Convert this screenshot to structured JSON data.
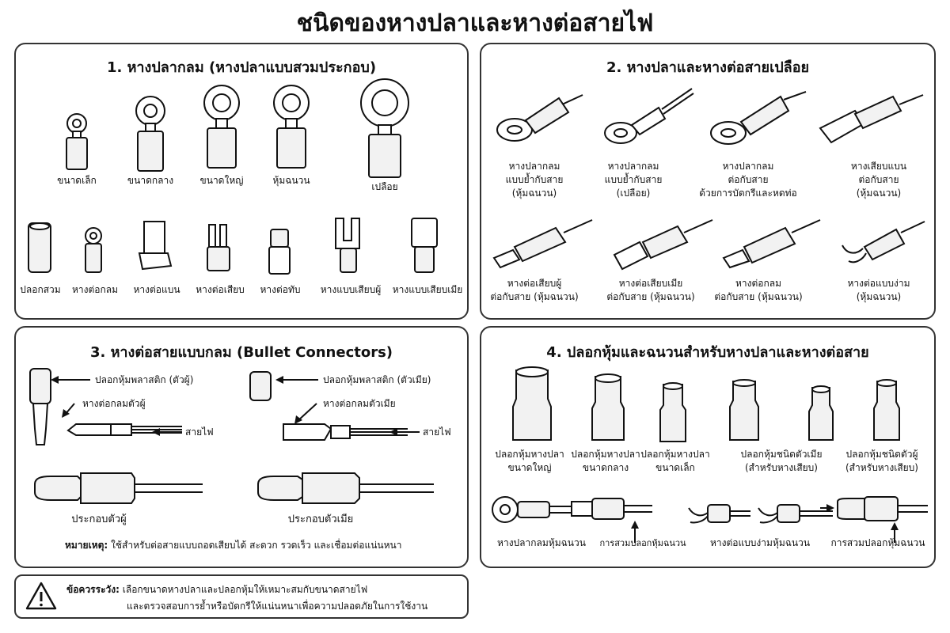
{
  "title": "ชนิดของหางปลาและหางต่อสายไฟ",
  "s1": {
    "title": "1. หางปลากลม (หางปลาแบบสวมประกอบ)",
    "top": [
      "ขนาดเล็ก",
      "ขนาดกลาง",
      "ขนาดใหญ่",
      "หุ้มฉนวน",
      "เปลือย"
    ],
    "bottom": [
      "ปลอกสวม",
      "หางต่อกลม",
      "หางต่อแบน",
      "หางต่อเสียบ",
      "หางต่อทับ",
      "หางแบบเสียบผู้",
      "หางแบบเสียบเมีย"
    ]
  },
  "s2": {
    "title": "2. หางปลาและหางต่อสายเปลือย",
    "row1": [
      [
        "หางปลากลม",
        "แบบย้ำกับสาย",
        "(หุ้มฉนวน)"
      ],
      [
        "หางปลากลม",
        "แบบย้ำกับสาย",
        "(เปลือย)"
      ],
      [
        "หางปลากลม",
        "ต่อกับสาย",
        "ด้วยการบัดกรีและหดท่อ"
      ],
      [
        "หางเสียบแบน",
        "ต่อกับสาย",
        "(หุ้มฉนวน)"
      ]
    ],
    "row2": [
      [
        "หางต่อเสียบผู้",
        "ต่อกับสาย (หุ้มฉนวน)"
      ],
      [
        "หางต่อเสียบเมีย",
        "ต่อกับสาย (หุ้มฉนวน)"
      ],
      [
        "หางต่อกลม",
        "ต่อกับสาย (หุ้มฉนวน)"
      ],
      [
        "หางต่อแบบง่าม",
        "(หุ้มฉนวน)"
      ]
    ]
  },
  "s3": {
    "title": "3. หางต่อสายแบบกลม (Bullet Connectors)",
    "male_cover": "ปลอกหุ้มพลาสติก (ตัวผู้)",
    "male_pin": "หางต่อกลมตัวผู้",
    "wire1": "สายไฟ",
    "female_cover": "ปลอกหุ้มพลาสติก (ตัวเมีย)",
    "female_pin": "หางต่อกลมตัวเมีย",
    "wire2": "สายไฟ",
    "male_asm": "ประกอบตัวผู้",
    "female_asm": "ประกอบตัวเมีย",
    "note_label": "หมายเหตุ:",
    "note": "ใช้สำหรับต่อสายแบบถอดเสียบได้ สะดวก รวดเร็ว และเชื่อมต่อแน่นหนา"
  },
  "s4": {
    "title": "4. ปลอกหุ้มและฉนวนสำหรับหางปลาและหางต่อสาย",
    "sleeves": [
      [
        "ปลอกหุ้มหางปลา",
        "ขนาดใหญ่"
      ],
      [
        "ปลอกหุ้มหางปลา",
        "ขนาดกลาง"
      ],
      [
        "ปลอกหุ้มหางปลา",
        "ขนาดเล็ก"
      ],
      [
        "ปลอกหุ้มชนิดตัวเมีย",
        "(สำหรับหางเสียบ)"
      ],
      [
        "ปลอกหุ้มชนิดตัวผู้",
        "(สำหรับหางเสียบ)"
      ]
    ],
    "bottom": [
      "หางปลากลมหุ้มฉนวน",
      "การสวมปลอกหุ้มฉนวน",
      "หางต่อแบบง่ามหุ้มฉนวน",
      "การสวมปลอกหุ้มฉนวน"
    ]
  },
  "warn": {
    "label": "ข้อควรระวัง:",
    "line1": "เลือกขนาดหางปลาและปลอกหุ้มให้เหมาะสมกับขนาดสายไฟ",
    "line2": "และตรวจสอบการย้ำหรือบัดกรีให้แน่นหนาเพื่อความปลอดภัยในการใช้งาน"
  }
}
